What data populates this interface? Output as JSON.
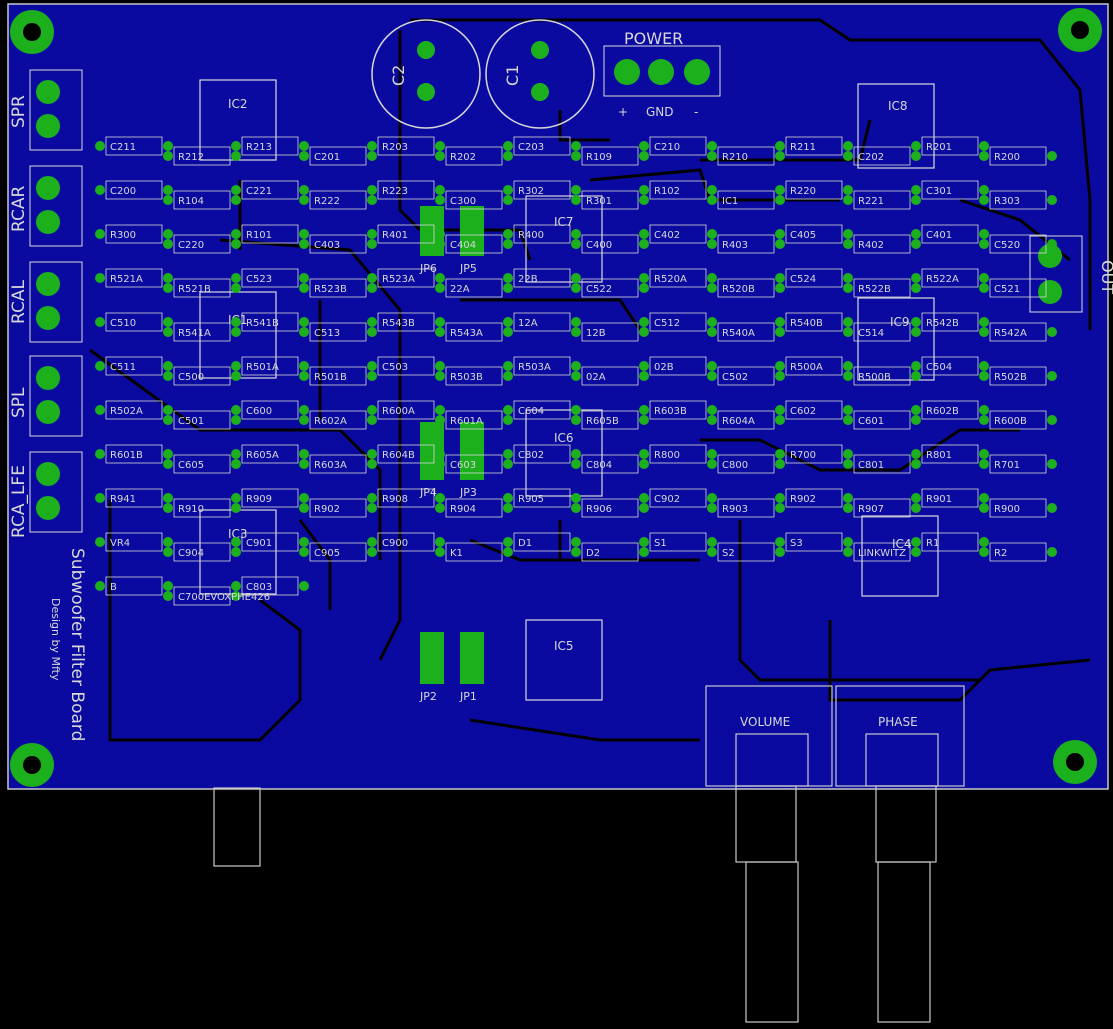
{
  "board": {
    "title": "Subwoofer Filter Board",
    "credit": "Design by Mfty",
    "colors": {
      "background": "#000000",
      "pcb": "#0a0aa0",
      "trace": "#000000",
      "pad": "#1cb01c",
      "silk": "#d8d8d8",
      "outline": "#c8c8c8"
    }
  },
  "connectors": [
    {
      "id": "spr",
      "label": "SPR"
    },
    {
      "id": "rcar",
      "label": "RCAR"
    },
    {
      "id": "rcal",
      "label": "RCAL"
    },
    {
      "id": "spl",
      "label": "SPL"
    },
    {
      "id": "rcalfe",
      "label": "RCA_LFE"
    }
  ],
  "power": {
    "label": "POWER",
    "gnd": "GND",
    "plus": "+",
    "minus": "-"
  },
  "out_label": "OUT",
  "caps_big": [
    {
      "label": "C2"
    },
    {
      "label": "C1"
    }
  ],
  "ics": [
    {
      "label": "IC2"
    },
    {
      "label": "IC1"
    },
    {
      "label": "IC3"
    },
    {
      "label": "IC7"
    },
    {
      "label": "IC6"
    },
    {
      "label": "IC5"
    },
    {
      "label": "IC8"
    },
    {
      "label": "IC9"
    },
    {
      "label": "IC4"
    }
  ],
  "jumpers": [
    {
      "label": "JP6"
    },
    {
      "label": "JP5"
    },
    {
      "label": "JP4"
    },
    {
      "label": "JP3"
    },
    {
      "label": "JP2"
    },
    {
      "label": "JP1"
    }
  ],
  "parts": [
    "C211",
    "R212",
    "R213",
    "C201",
    "R203",
    "R202",
    "C203",
    "R109",
    "C210",
    "R210",
    "R211",
    "C202",
    "R201",
    "R200",
    "C200",
    "R104",
    "C221",
    "R222",
    "R223",
    "C300",
    "R302",
    "R301",
    "R102",
    "IC1",
    "R220",
    "R221",
    "C301",
    "R303",
    "R300",
    "C220",
    "R101",
    "C403",
    "R401",
    "C404",
    "R400",
    "C400",
    "C402",
    "R403",
    "C405",
    "R402",
    "C401",
    "C520",
    "R521A",
    "R521B",
    "C523",
    "R523B",
    "R523A",
    "22A",
    "22B",
    "C522",
    "R520A",
    "R520B",
    "C524",
    "R522B",
    "R522A",
    "C521",
    "C510",
    "R541A",
    "R541B",
    "C513",
    "R543B",
    "R543A",
    "12A",
    "12B",
    "C512",
    "R540A",
    "R540B",
    "C514",
    "R542B",
    "R542A",
    "C511",
    "C500",
    "R501A",
    "R501B",
    "C503",
    "R503B",
    "R503A",
    "02A",
    "02B",
    "C502",
    "R500A",
    "R500B",
    "C504",
    "R502B",
    "R502A",
    "C501",
    "C600",
    "R602A",
    "R600A",
    "R601A",
    "C604",
    "R605B",
    "R603B",
    "R604A",
    "C602",
    "C601",
    "R602B",
    "R600B",
    "R601B",
    "C605",
    "R605A",
    "R603A",
    "R604B",
    "C603",
    "C802",
    "C804",
    "R800",
    "C800",
    "R700",
    "C801",
    "R801",
    "R701",
    "R941",
    "R910",
    "R909",
    "R902",
    "R908",
    "R904",
    "R905",
    "R906",
    "C902",
    "R903",
    "R902",
    "R907",
    "R901",
    "R900",
    "VR4",
    "C904",
    "C901",
    "C905",
    "C900",
    "K1",
    "D1",
    "D2",
    "S1",
    "S2",
    "S3",
    "LINKWITZ",
    "R1",
    "R2",
    "B",
    "C700EVOXPHE426",
    "C803"
  ],
  "pots": [
    {
      "label": "VOLUME"
    },
    {
      "label": "PHASE"
    }
  ]
}
